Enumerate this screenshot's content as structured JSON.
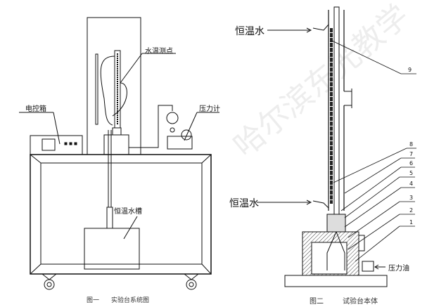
{
  "figure1": {
    "labels": {
      "water_temp_point": "水温测点",
      "control_box": "电控箱",
      "pressure_gauge": "压力计",
      "thermostatic_tank": "恒温水槽"
    },
    "caption_number": "图一",
    "caption_title": "实验台系统图"
  },
  "figure2": {
    "labels": {
      "thermostatic_water_top": "恒温水",
      "thermostatic_water_bottom": "恒温水",
      "pressure_oil": "压力油"
    },
    "part_numbers": [
      "9",
      "8",
      "7",
      "6",
      "5",
      "4",
      "3",
      "2",
      "1"
    ],
    "caption_number": "图二",
    "caption_title": "试验台本体"
  },
  "watermark": "哈尔滨东光教学"
}
